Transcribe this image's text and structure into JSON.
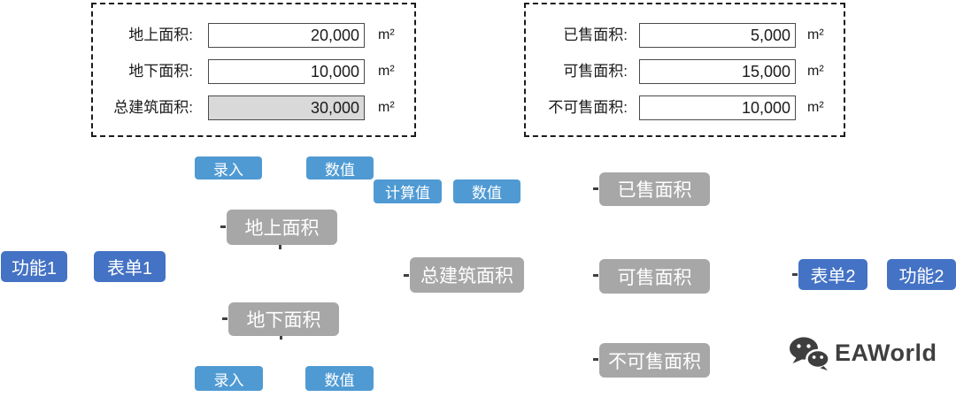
{
  "forms": {
    "form1": {
      "rows": [
        {
          "label": "地上面积:",
          "value": "20,000",
          "unit": "m²",
          "readonly": false
        },
        {
          "label": "地下面积:",
          "value": "10,000",
          "unit": "m²",
          "readonly": false
        },
        {
          "label": "总建筑面积:",
          "value": "30,000",
          "unit": "m²",
          "readonly": true
        }
      ]
    },
    "form2": {
      "rows": [
        {
          "label": "已售面积:",
          "value": "5,000",
          "unit": "m²",
          "readonly": false
        },
        {
          "label": "可售面积:",
          "value": "15,000",
          "unit": "m²",
          "readonly": false
        },
        {
          "label": "不可售面积:",
          "value": "10,000",
          "unit": "m²",
          "readonly": false
        }
      ]
    }
  },
  "tags": {
    "luru_top": {
      "label": "录入",
      "type": "blue-light"
    },
    "shuzhi_top": {
      "label": "数值",
      "type": "blue-light"
    },
    "jisuanzhi": {
      "label": "计算值",
      "type": "blue-light"
    },
    "shuzhi_top2": {
      "label": "数值",
      "type": "blue-light"
    },
    "dishang": {
      "label": "地上面积",
      "type": "gray"
    },
    "gongneng1": {
      "label": "功能1",
      "type": "blue-dark"
    },
    "biaodan1": {
      "label": "表单1",
      "type": "blue-dark"
    },
    "zongjianzhu": {
      "label": "总建筑面积",
      "type": "gray"
    },
    "yishou": {
      "label": "已售面积",
      "type": "gray"
    },
    "keshou": {
      "label": "可售面积",
      "type": "gray"
    },
    "bukeshou": {
      "label": "不可售面积",
      "type": "gray"
    },
    "dixia": {
      "label": "地下面积",
      "type": "gray"
    },
    "luru_bottom": {
      "label": "录入",
      "type": "blue-light"
    },
    "shuzhi_bottom": {
      "label": "数值",
      "type": "blue-light"
    },
    "biaodan2": {
      "label": "表单2",
      "type": "blue-dark"
    },
    "gongneng2": {
      "label": "功能2",
      "type": "blue-dark"
    }
  },
  "logo": {
    "text": "EAWorld",
    "icon": "wechat-icon"
  },
  "colors": {
    "tag_blue_light": "#4f9ad3",
    "tag_blue_dark": "#4472c4",
    "tag_gray": "#a7a7a7",
    "readonly_input_bg": "#d9d9d9",
    "panel_border": "#1c1c1c",
    "logo_gray": "#3f3f3f"
  }
}
